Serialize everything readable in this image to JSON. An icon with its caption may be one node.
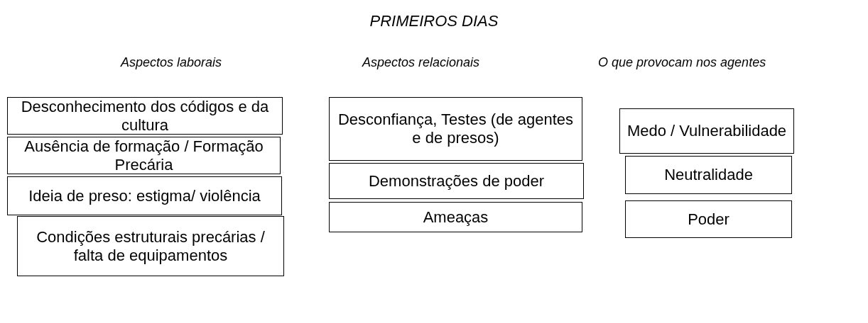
{
  "diagram": {
    "title": "PRIMEIROS DIAS",
    "nodes": [
      {
        "text": [
          "Desconhecimento dos códigos e da cultura"
        ]
      },
      {
        "text": [
          "Ausência de formação / Formação Precária"
        ]
      },
      {
        "text": [
          "Ideia de preso: estigma/ violência"
        ]
      },
      {
        "text": [
          "Condições estruturais precárias / falta de equipamentos"
        ]
      },
      {
        "text": [
          "Desconfiança, Testes (de agentes e de presos)"
        ]
      },
      {
        "text": [
          "Demonstrações de poder"
        ]
      },
      {
        "text": [
          "Ameaças"
        ]
      },
      {
        "text": [
          "Medo / Vulnerabilidade"
        ]
      },
      {
        "text": [
          "Neutralidade"
        ]
      },
      {
        "text": [
          "Poder"
        ]
      }
    ],
    "labels": [
      "Aspectos laborais",
      "Aspectos relacionais",
      "O que provocam nos agentes"
    ]
  }
}
